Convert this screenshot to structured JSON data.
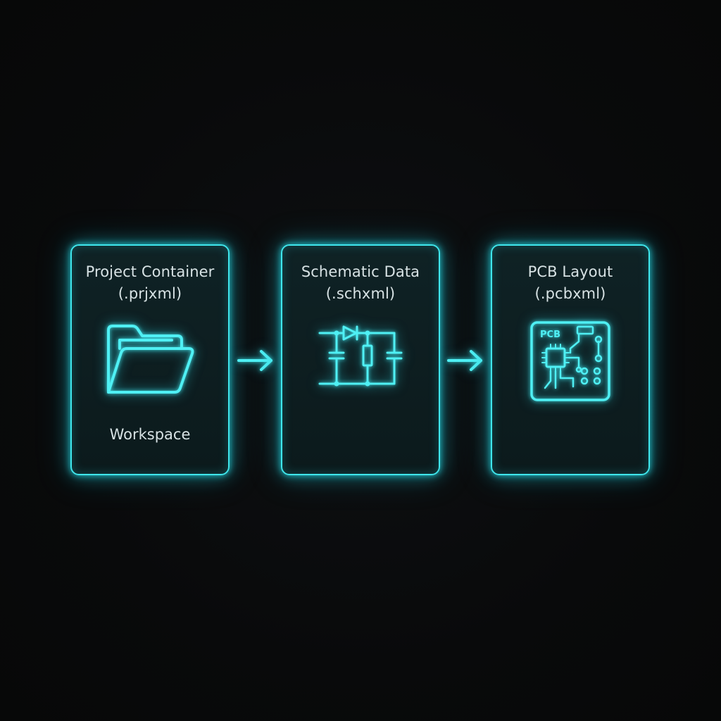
{
  "colors": {
    "background": "#0a0a0b",
    "accent": "#3fe6ec",
    "card_fill": "#0e1f22",
    "text": "#d7e2e4"
  },
  "stages": [
    {
      "title_line1": "Project Container",
      "title_line2": "(.prjxml)",
      "icon": "folder-icon",
      "footer": "Workspace"
    },
    {
      "title_line1": "Schematic Data",
      "title_line2": "(.schxml)",
      "icon": "circuit-schematic-icon"
    },
    {
      "title_line1": "PCB Layout",
      "title_line2": "(.pcbxml)",
      "icon": "pcb-board-icon",
      "icon_label": "PCB"
    }
  ],
  "connectors": [
    "arrow-right-icon",
    "arrow-right-icon"
  ]
}
